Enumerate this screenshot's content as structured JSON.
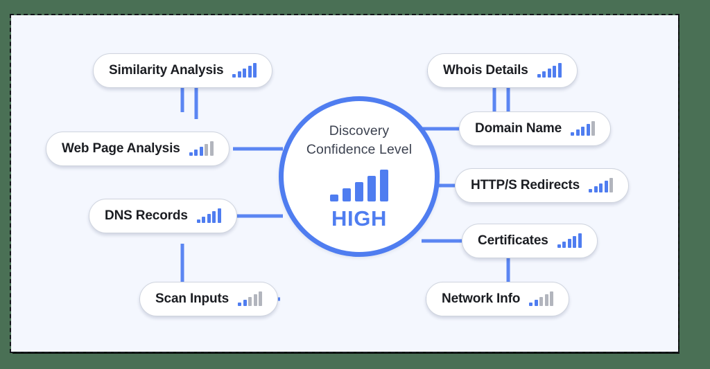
{
  "theme": {
    "accent": "#4f7df0",
    "bar_off": "#b2b5bd",
    "canvas_bg": "#f4f7fe",
    "outer_bg": "#4a7055",
    "pill_bg": "#ffffff",
    "text": "#1b1d22"
  },
  "hub": {
    "title_line1": "Discovery",
    "title_line2": "Confidence Level",
    "level_label": "HIGH",
    "signal_filled": 5,
    "signal_total": 5,
    "icon": "signal-bars-icon"
  },
  "nodes": {
    "left": [
      {
        "label": "Similarity Analysis",
        "signal_filled": 5,
        "signal_total": 5,
        "icon": "signal-bars-icon"
      },
      {
        "label": "Web Page Analysis",
        "signal_filled": 3,
        "signal_total": 5,
        "icon": "signal-bars-icon"
      },
      {
        "label": "DNS Records",
        "signal_filled": 5,
        "signal_total": 5,
        "icon": "signal-bars-icon"
      },
      {
        "label": "Scan Inputs",
        "signal_filled": 2,
        "signal_total": 5,
        "icon": "signal-bars-icon"
      }
    ],
    "right": [
      {
        "label": "Whois Details",
        "signal_filled": 5,
        "signal_total": 5,
        "icon": "signal-bars-icon"
      },
      {
        "label": "Domain Name",
        "signal_filled": 4,
        "signal_total": 5,
        "icon": "signal-bars-icon"
      },
      {
        "label": "HTTP/S Redirects",
        "signal_filled": 4,
        "signal_total": 5,
        "icon": "signal-bars-icon"
      },
      {
        "label": "Certificates",
        "signal_filled": 5,
        "signal_total": 5,
        "icon": "signal-bars-icon"
      },
      {
        "label": "Network Info",
        "signal_filled": 2,
        "signal_total": 5,
        "icon": "signal-bars-icon"
      }
    ]
  }
}
